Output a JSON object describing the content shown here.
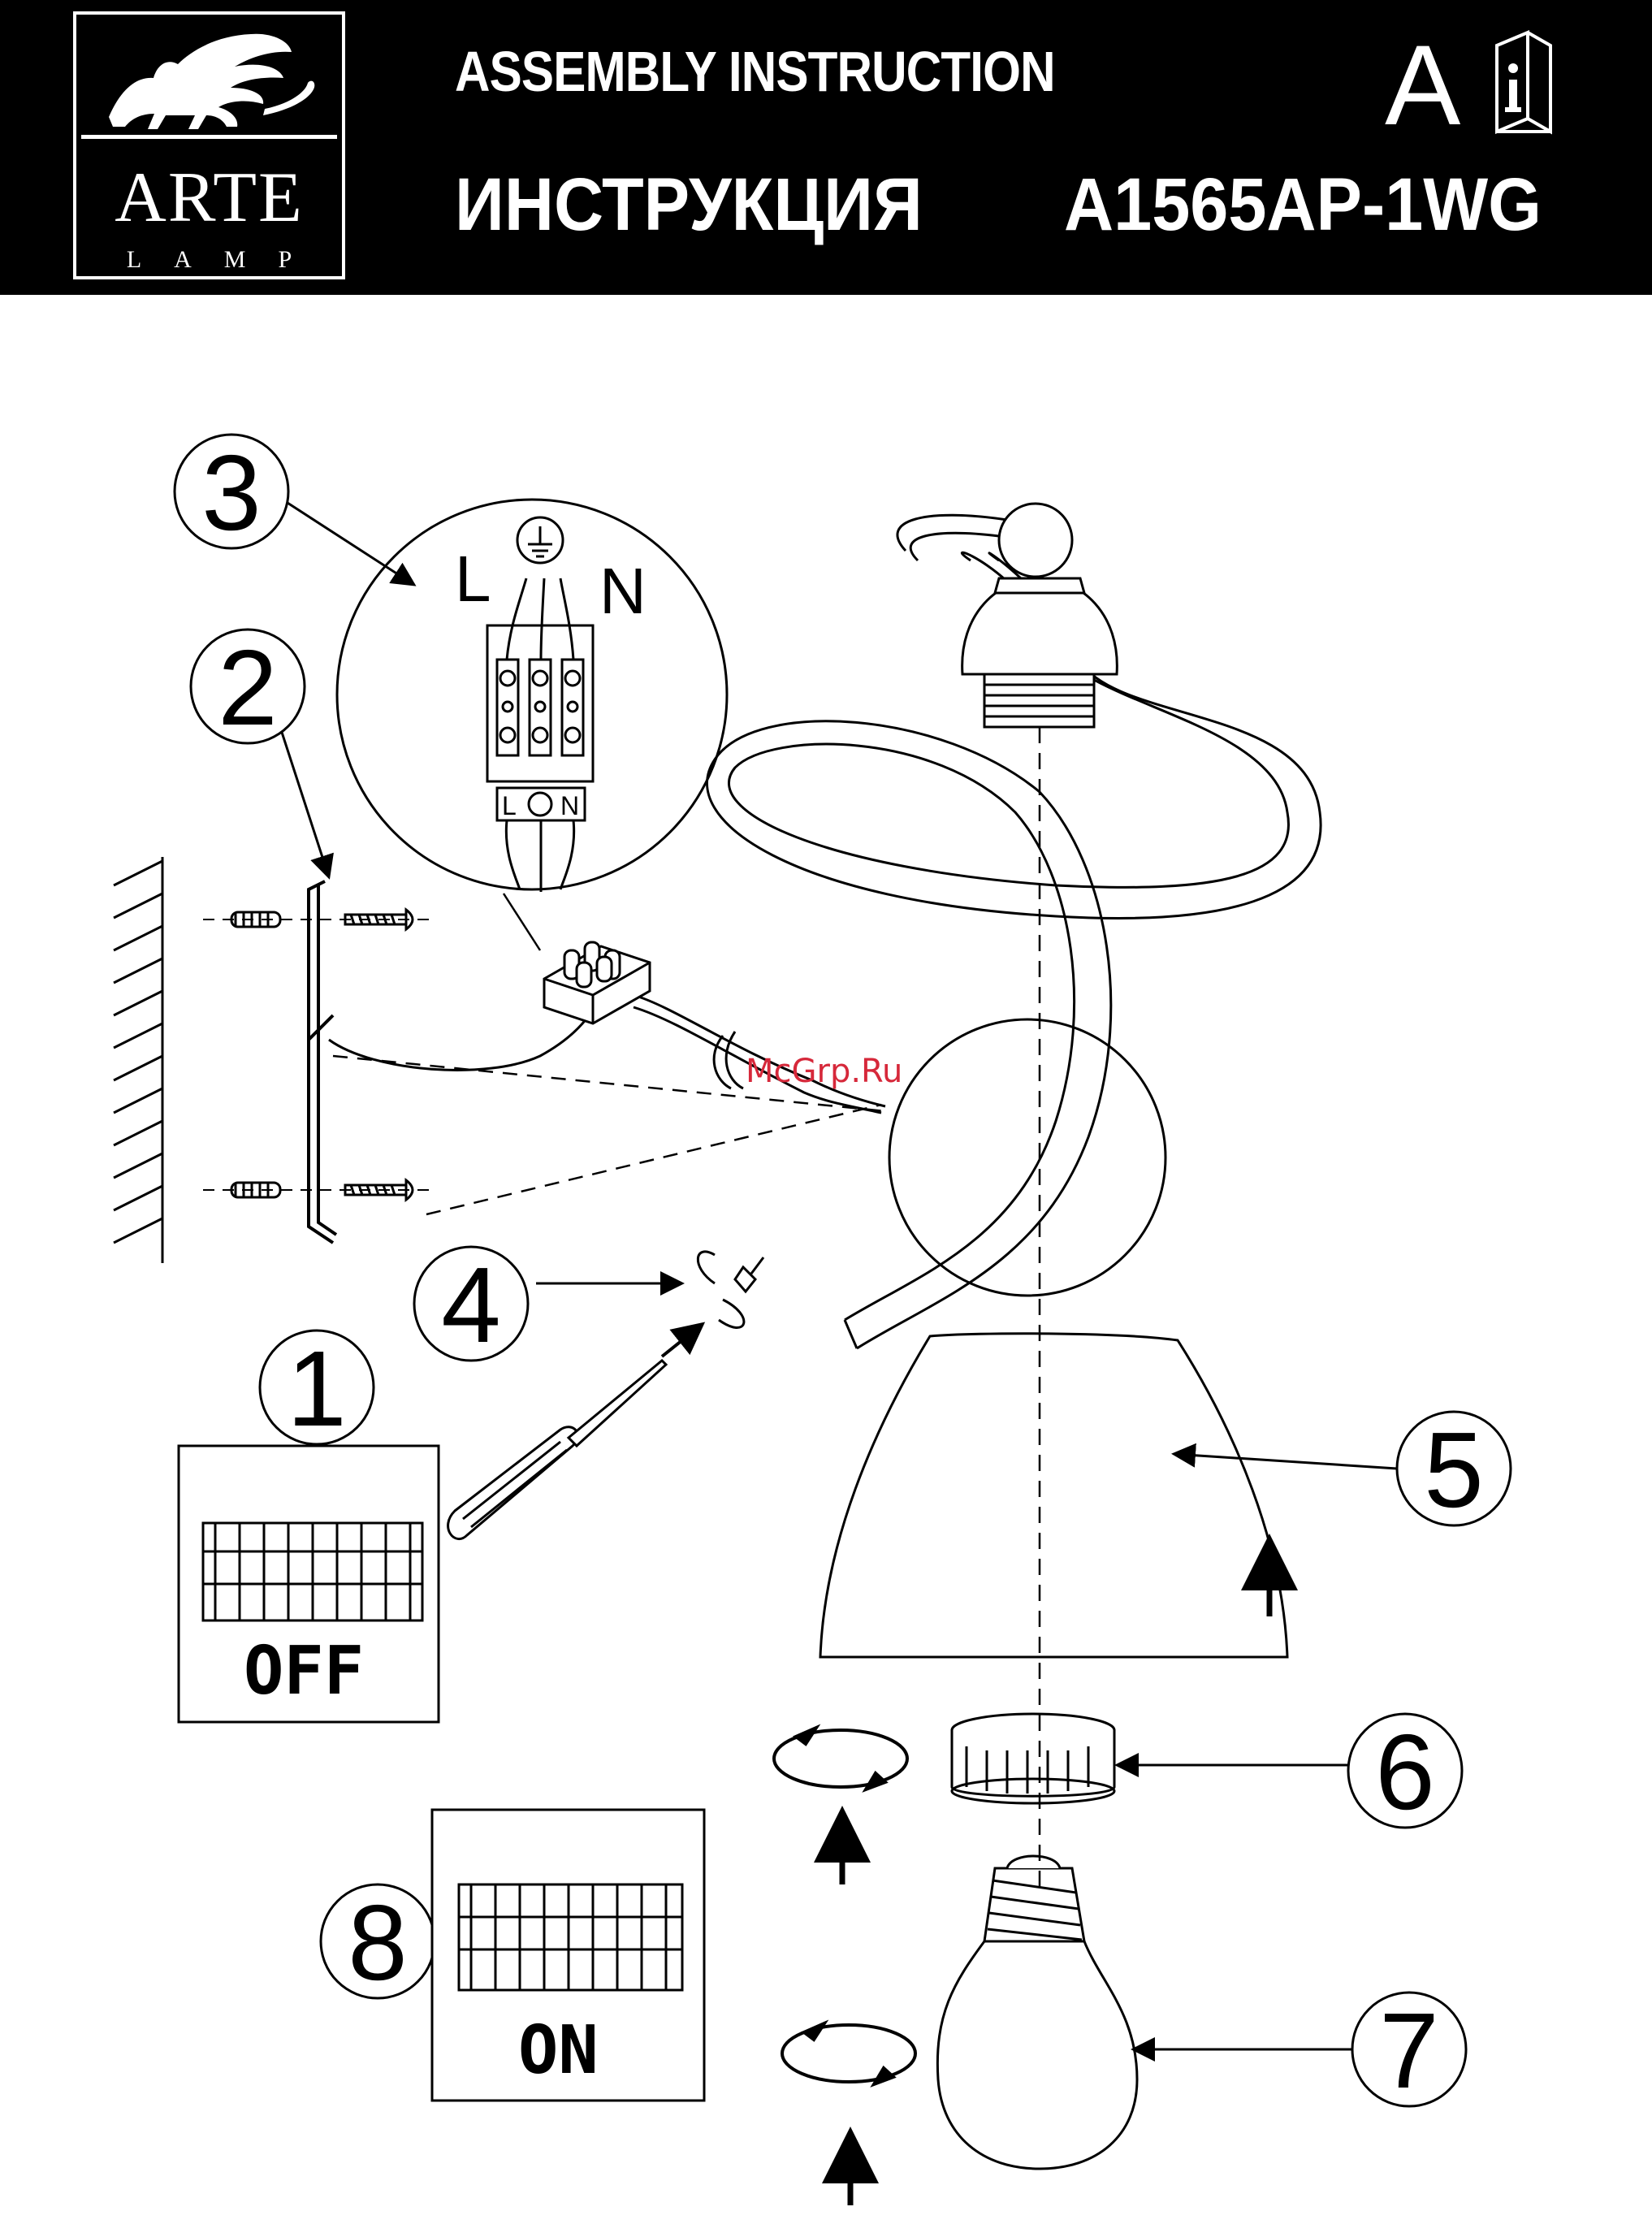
{
  "header": {
    "brand": "ARTE",
    "brand_sub": "LAMP",
    "title_en": "ASSEMBLY INSTRUCTION",
    "title_ru": "ИНСТРУКЦИЯ",
    "model": "A1565AP-1WG",
    "info_letter": "A",
    "info_icon": "instruction-book-icon"
  },
  "wiring": {
    "live_label": "L",
    "neutral_label": "N",
    "terminal_label_l": "L",
    "terminal_label_n": "N",
    "ground_icon": "ground-icon"
  },
  "steps": [
    "1",
    "2",
    "3",
    "4",
    "5",
    "6",
    "7",
    "8"
  ],
  "switches": {
    "off_label": "OFF",
    "on_label": "ON"
  },
  "watermark": "McGrp.Ru",
  "colors": {
    "header_bg": "#000000",
    "header_text": "#ffffff",
    "line": "#000000",
    "watermark": "#d6283a"
  }
}
